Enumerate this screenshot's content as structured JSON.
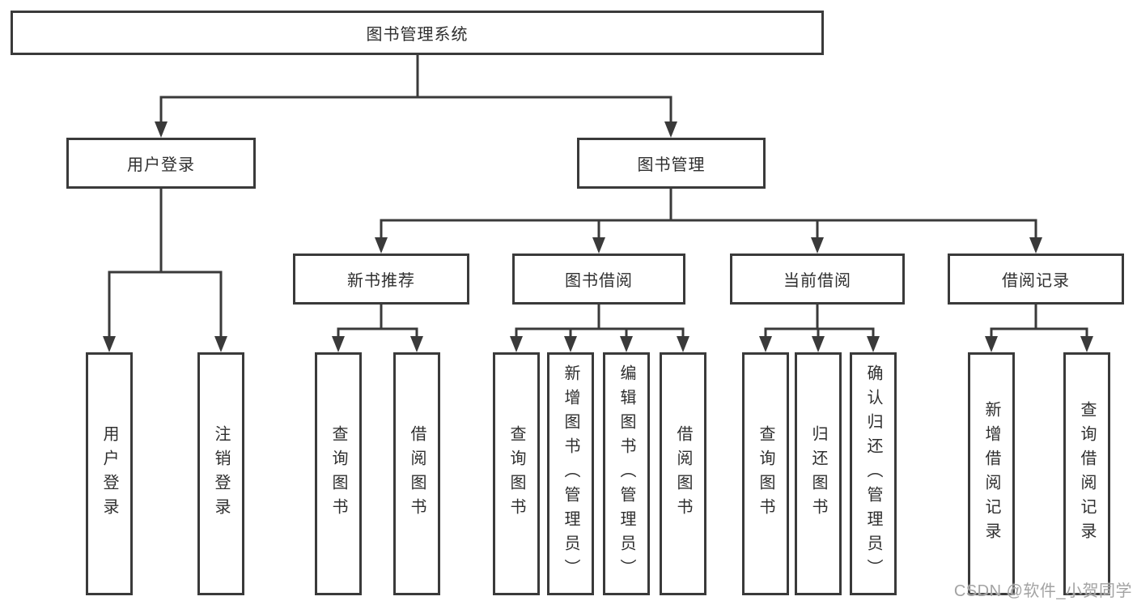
{
  "colors": {
    "line": "#3a3a3a",
    "text": "#2f2f2f",
    "box_fill": "#ffffff",
    "background": "#ffffff",
    "watermark": "#a3a3a3"
  },
  "tree": {
    "root": "图书管理系统",
    "branches": [
      {
        "label": "用户登录",
        "leaves": [
          "用户登录",
          "注销登录"
        ]
      },
      {
        "label": "图书管理",
        "groups": [
          {
            "label": "新书推荐",
            "leaves": [
              "查询图书",
              "借阅图书"
            ]
          },
          {
            "label": "图书借阅",
            "leaves": [
              "查询图书",
              "新增图书（管理员）",
              "编辑图书（管理员）",
              "借阅图书"
            ]
          },
          {
            "label": "当前借阅",
            "leaves": [
              "查询图书",
              "归还图书",
              "确认归还（管理员）"
            ]
          },
          {
            "label": "借阅记录",
            "leaves": [
              "新增借阅记录",
              "查询借阅记录"
            ]
          }
        ]
      }
    ]
  },
  "watermark": {
    "text": "CSDN @软件_小贺同学"
  }
}
